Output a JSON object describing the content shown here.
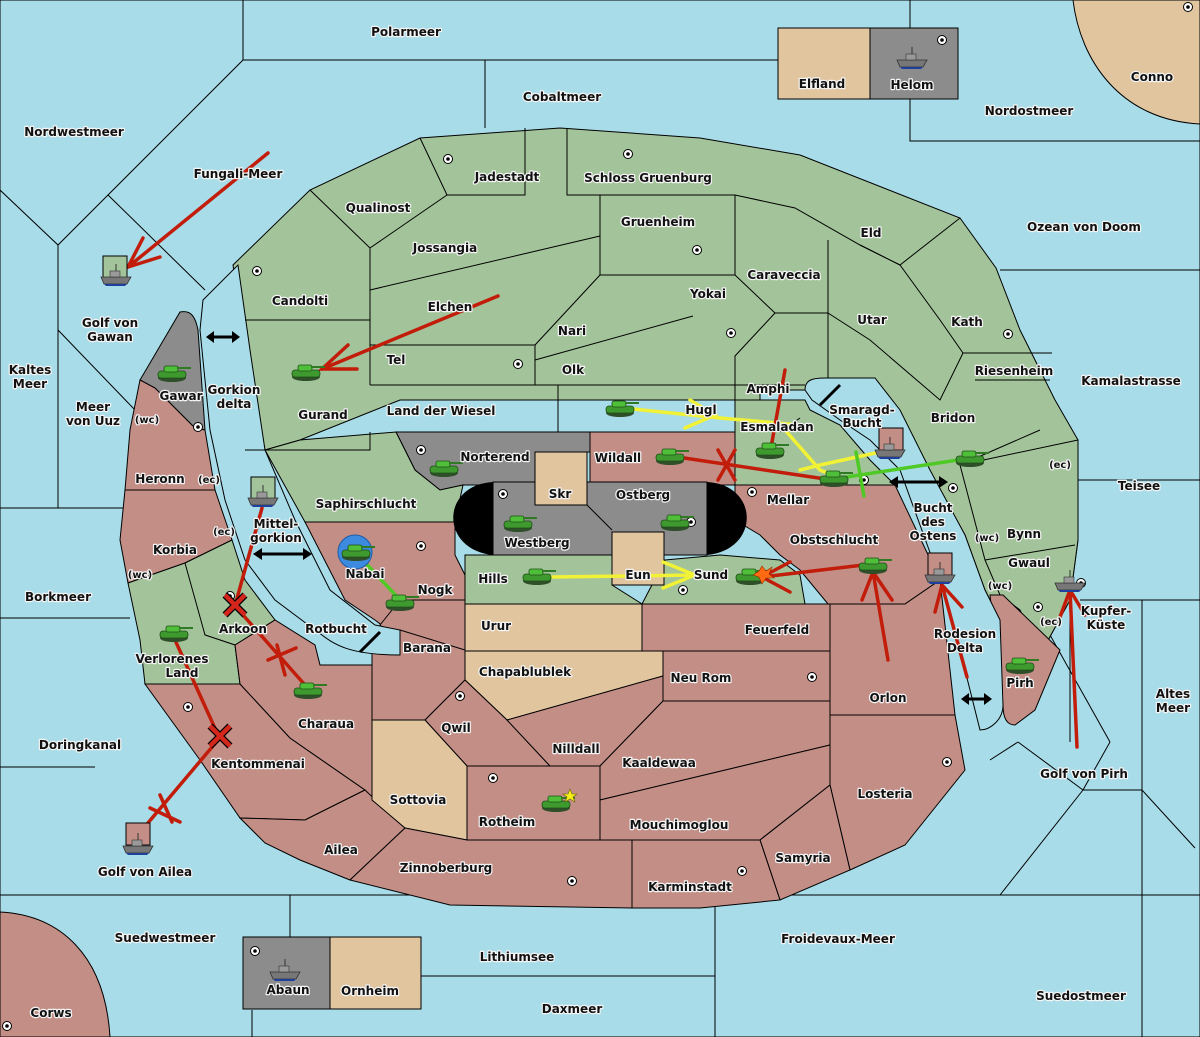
{
  "title": "Diplomacy map",
  "colors": {
    "sea": "#a8dce8",
    "green_power": "#a3c49a",
    "red_power": "#c38e86",
    "neutral": "#e0c59f",
    "gray_power": "#8c8c8c",
    "order_failed": "#c21d0a",
    "order_support": "#f1f136",
    "order_convoy": "#4fc925",
    "retreat_marker": "#3d8be0"
  },
  "seas": [
    "Polarmeer",
    "Cobaltmeer",
    "Nordwestmeer",
    "Fungali-Meer",
    "Nordostmeer",
    "Ozean von Doom",
    "Golf von Gawan",
    "Kaltes Meer",
    "Meer von Uuz",
    "Gorkion delta",
    "Mittel-gorkion",
    "Kamalastrasse",
    "Smaragd-Bucht",
    "Bucht des Ostens",
    "Teisee",
    "Borkmeer",
    "Rotbucht",
    "Doringkanal",
    "Rodesion Delta",
    "Kupfer-Küste",
    "Altes Meer",
    "Golf von Pirh",
    "Golf von Ailea",
    "Suedwestmeer",
    "Lithiumsee",
    "Froidevaux-Meer",
    "Daxmeer",
    "Suedostmeer"
  ],
  "labels": {
    "polarmeer": "Polarmeer",
    "cobaltmeer": "Cobaltmeer",
    "nordwestmeer": "Nordwestmeer",
    "fungali": "Fungali-Meer",
    "nordostmeer": "Nordostmeer",
    "ozean": "Ozean von Doom",
    "gawan1": "Golf von",
    "gawan2": "Gawan",
    "kaltes1": "Kaltes",
    "kaltes2": "Meer",
    "uuz1": "Meer",
    "uuz2": "von Uuz",
    "gorkiondelta1": "Gorkion",
    "gorkiondelta2": "delta",
    "mittel1": "Mittel-",
    "mittel2": "gorkion",
    "kamala": "Kamalastrasse",
    "smaragd1": "Smaragd-",
    "smaragd2": "Bucht",
    "bucht1": "Bucht",
    "bucht2": "des",
    "bucht3": "Ostens",
    "teisee": "Teisee",
    "borkmeer": "Borkmeer",
    "rotbucht": "Rotbucht",
    "doringkanal": "Doringkanal",
    "rodesion1": "Rodesion",
    "rodesion2": "Delta",
    "kupfer1": "Kupfer-",
    "kupfer2": "Küste",
    "altes1": "Altes",
    "altes2": "Meer",
    "pirhgulf": "Golf von Pirh",
    "ailea_gulf": "Golf von Ailea",
    "suedwestmeer": "Suedwestmeer",
    "lithiumsee": "Lithiumsee",
    "froidevaux": "Froidevaux-Meer",
    "daxmeer": "Daxmeer",
    "suedostmeer": "Suedostmeer",
    "elfland": "Elfland",
    "helom": "Helom",
    "conno": "Conno",
    "abaun": "Abaun",
    "ornheim": "Ornheim",
    "corws": "Corws",
    "jadestadt": "Jadestadt",
    "schloss": "Schloss Gruenburg",
    "qualinost": "Qualinost",
    "jossangia": "Jossangia",
    "gruenheim": "Gruenheim",
    "eld": "Eld",
    "candolti": "Candolti",
    "caraveccia": "Caraveccia",
    "elchen": "Elchen",
    "yokai": "Yokai",
    "utar": "Utar",
    "kath": "Kath",
    "nari": "Nari",
    "tel": "Tel",
    "olk": "Olk",
    "gurand": "Gurand",
    "landwiesel": "Land der Wiesel",
    "amphi": "Amphi",
    "hugl": "Hugl",
    "riesenheim": "Riesenheim",
    "esmaladan": "Esmaladan",
    "bridon": "Bridon",
    "gawar": "Gawar",
    "norterend": "Norterend",
    "wildall": "Wildall",
    "skr": "Skr",
    "ostberg": "Ostberg",
    "mellar": "Mellar",
    "heronn": "Heronn",
    "saphir": "Saphirschlucht",
    "westberg": "Westberg",
    "obstschlucht": "Obstschlucht",
    "bynn": "Bynn",
    "korbia": "Korbia",
    "nabai": "Nabai",
    "gwaul": "Gwaul",
    "hills": "Hills",
    "eun": "Eun",
    "sund": "Sund",
    "nogk": "Nogk",
    "arkoon": "Arkoon",
    "urur": "Urur",
    "feuerfeld": "Feuerfeld",
    "verlorenes1": "Verlorenes",
    "verlorenes2": "Land",
    "barana": "Barana",
    "pirh": "Pirh",
    "chapablublek": "Chapablublek",
    "neurom": "Neu Rom",
    "orlon": "Orlon",
    "charaua": "Charaua",
    "qwil": "Qwil",
    "nilldall": "Nilldall",
    "kentommenai": "Kentommenai",
    "kaaldewaa": "Kaaldewaa",
    "sottovia": "Sottovia",
    "losteria": "Losteria",
    "rotheim": "Rotheim",
    "mouchimoglou": "Mouchimoglou",
    "ailea": "Ailea",
    "samyria": "Samyria",
    "zinnoberburg": "Zinnoberburg",
    "karminstadt": "Karminstadt",
    "wc": "(wc)",
    "ec": "(ec)"
  },
  "units": [
    {
      "type": "fleet",
      "province": "Golf von Gawan",
      "status": "dislodged"
    },
    {
      "type": "fleet",
      "province": "Helom"
    },
    {
      "type": "fleet",
      "province": "Abaun"
    },
    {
      "type": "army",
      "province": "Gawar"
    },
    {
      "type": "army",
      "province": "Gurand"
    },
    {
      "type": "fleet",
      "province": "Mittel-gorkion",
      "status": "dislodged"
    },
    {
      "type": "army",
      "province": "Norterend"
    },
    {
      "type": "army",
      "province": "Hugl"
    },
    {
      "type": "army",
      "province": "Wildall"
    },
    {
      "type": "army",
      "province": "Esmaladan"
    },
    {
      "type": "fleet",
      "province": "Smaragd-Bucht",
      "status": "dislodged"
    },
    {
      "type": "army",
      "province": "Mellar"
    },
    {
      "type": "army",
      "province": "Bridon"
    },
    {
      "type": "army",
      "province": "Westberg"
    },
    {
      "type": "army",
      "province": "Ostberg"
    },
    {
      "type": "army",
      "province": "Nabai",
      "status": "retreat"
    },
    {
      "type": "army",
      "province": "Nogk"
    },
    {
      "type": "army",
      "province": "Hills"
    },
    {
      "type": "army",
      "province": "Sund",
      "status": "attacked"
    },
    {
      "type": "army",
      "province": "Obstschlucht"
    },
    {
      "type": "fleet",
      "province": "Bucht des Ostens",
      "status": "dislodged"
    },
    {
      "type": "fleet",
      "province": "Kupfer-Küste"
    },
    {
      "type": "army",
      "province": "Pirh"
    },
    {
      "type": "army",
      "province": "Verlorenes Land"
    },
    {
      "type": "army",
      "province": "Charaua"
    },
    {
      "type": "army",
      "province": "Rotheim",
      "status": "new-build"
    },
    {
      "type": "fleet",
      "province": "Golf von Ailea",
      "status": "dislodged"
    }
  ],
  "orders": [
    {
      "kind": "move",
      "color": "red",
      "from": "Fungali-Meer",
      "to": "Golf von Gawan"
    },
    {
      "kind": "move",
      "color": "red",
      "from": "Elchen",
      "to": "Gurand"
    },
    {
      "kind": "move",
      "color": "yellow",
      "from": "Hugl",
      "to": "Esmaladan"
    },
    {
      "kind": "move",
      "color": "red",
      "from": "Wildall",
      "to": "Mellar",
      "failed": true
    },
    {
      "kind": "move",
      "color": "red",
      "from": "Amphi",
      "to": "Esmaladan"
    },
    {
      "kind": "support",
      "color": "yellow",
      "from": "Esmaladan",
      "to": "Mellar"
    },
    {
      "kind": "support",
      "color": "yellow",
      "from": "Smaragd-Bucht",
      "to": "Mellar"
    },
    {
      "kind": "convoy",
      "color": "green",
      "from": "Bridon",
      "to": "Mellar",
      "cut": true
    },
    {
      "kind": "move",
      "color": "yellow",
      "from": "Hills",
      "to": "Sund"
    },
    {
      "kind": "move",
      "color": "red",
      "from": "Obstschlucht",
      "to": "Sund"
    },
    {
      "kind": "move",
      "color": "red",
      "from": "Orlon",
      "to": "Obstschlucht"
    },
    {
      "kind": "move",
      "color": "red",
      "from": "Rodesion Delta",
      "to": "Bucht des Ostens"
    },
    {
      "kind": "move",
      "color": "red",
      "from": "Golf von Pirh",
      "to": "Kupfer-Küste"
    },
    {
      "kind": "move",
      "color": "green",
      "from": "Nogk",
      "to": "Nabai",
      "cut": true
    },
    {
      "kind": "move",
      "color": "red",
      "from": "Mittel-gorkion",
      "to": "Arkoon",
      "failed": true
    },
    {
      "kind": "move",
      "color": "red",
      "from": "Charaua",
      "to": "Arkoon",
      "failed": true
    },
    {
      "kind": "move",
      "color": "red",
      "from": "Verlorenes Land",
      "to": "Kentommenai",
      "failed": true
    },
    {
      "kind": "move",
      "color": "red",
      "from": "Golf von Ailea",
      "to": "Kentommenai",
      "failed": true
    }
  ]
}
